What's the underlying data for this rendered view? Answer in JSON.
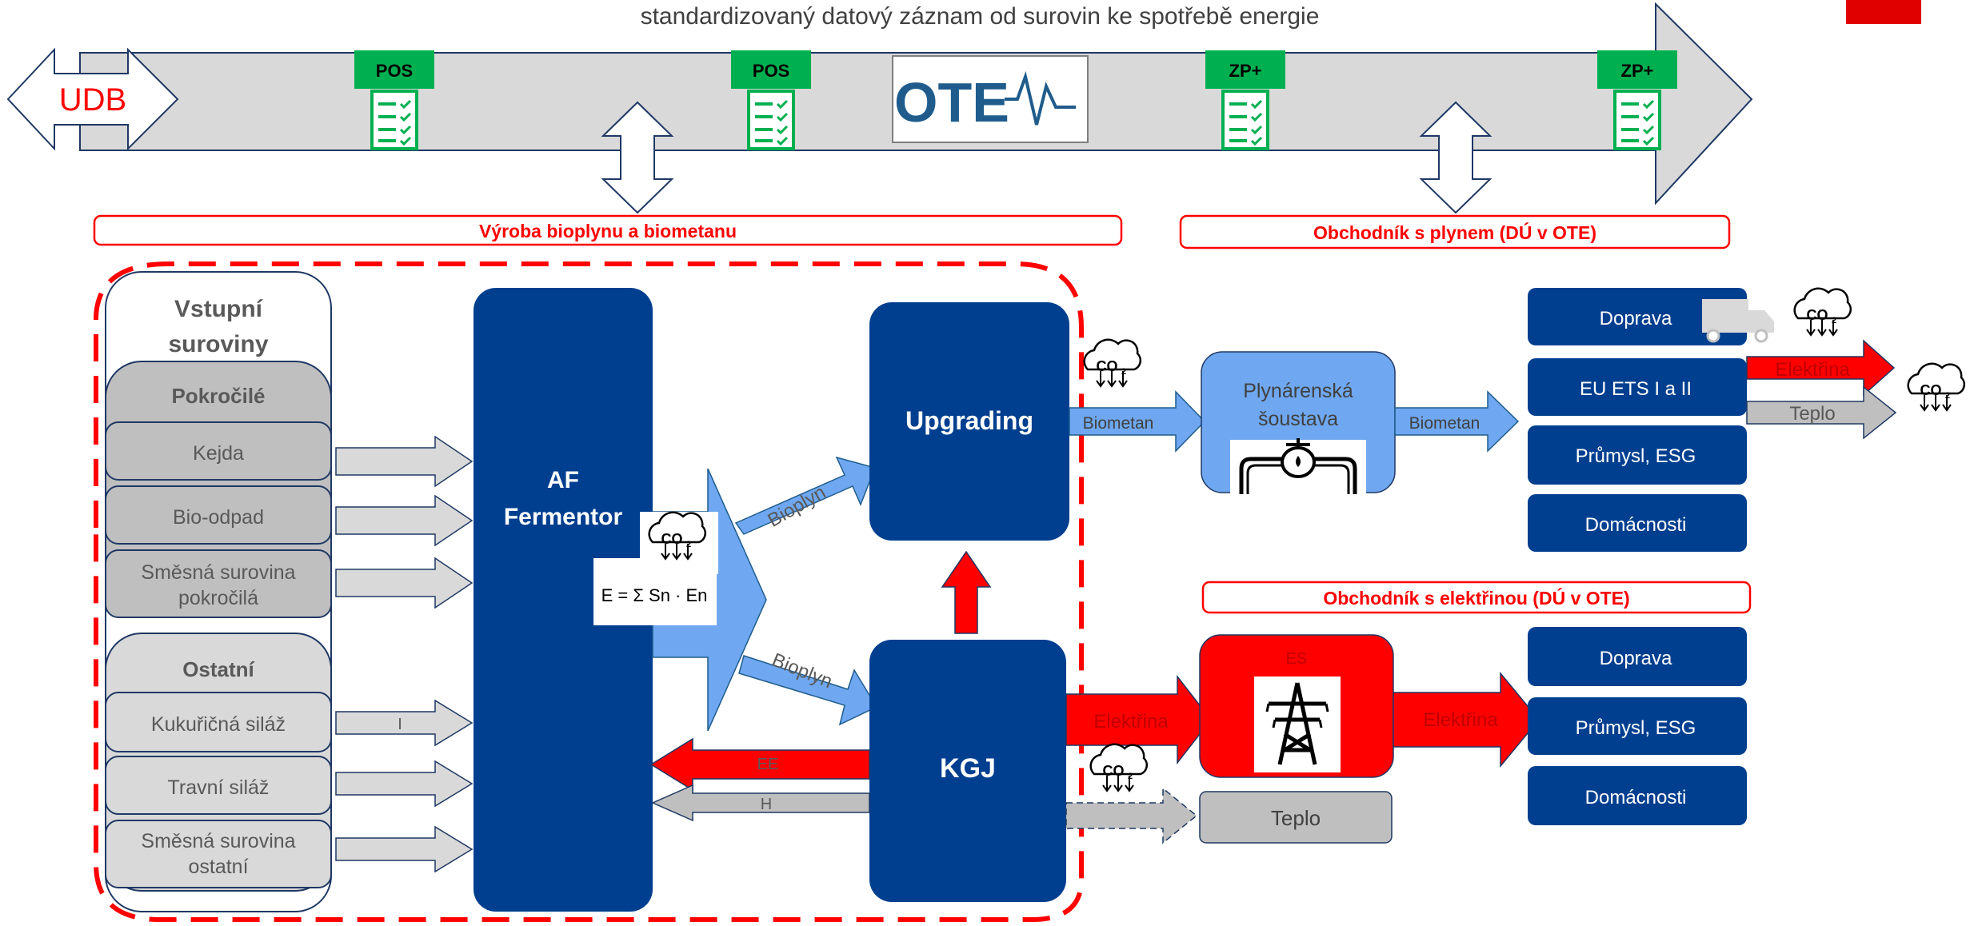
{
  "header": {
    "title": "standardizovaný datový záznam od surovin ke spotřebě energie",
    "udb": "UDB",
    "logo_text": "OTE",
    "tags": [
      "POS",
      "POS",
      "ZP+",
      "ZP+"
    ]
  },
  "sections": {
    "production": "Výroba bioplynu a  biometanu",
    "gas_trader": "Obchodník s plynem (DÚ v OTE)",
    "electricity_trader": "Obchodník s elektřinou (DÚ v OTE)"
  },
  "inputs": {
    "title_line1": "Vstupní",
    "title_line2": "suroviny",
    "advanced": {
      "title": "Pokročilé",
      "items": [
        {
          "line1": "Kejda",
          "line2": ""
        },
        {
          "line1": "Bio-odpad",
          "line2": ""
        },
        {
          "line1": "Směsná surovina",
          "line2": "pokročilá"
        }
      ]
    },
    "other": {
      "title": "Ostatní",
      "items": [
        {
          "line1": "Kukuřičná siláž",
          "line2": ""
        },
        {
          "line1": "Travní siláž",
          "line2": ""
        },
        {
          "line1": "Směsná surovina",
          "line2": "ostatní"
        }
      ]
    },
    "arrow_mark": "I"
  },
  "process": {
    "fermentor_line1": "AF",
    "fermentor_line2": "Fermentor",
    "upgrading": "Upgrading",
    "kgj": "KGJ",
    "biogas": "Bioplyn",
    "ee": "EE",
    "h": "H",
    "formula": "E = Σ Sn · En"
  },
  "gas": {
    "biomethane": "Biometan",
    "network_line1": "Plynárenská",
    "network_line2": "šoustava",
    "consumers": [
      "Doprava",
      "EU ETS I a II",
      "Průmysl, ESG",
      "Domácnosti"
    ],
    "out_electricity": "Elektřina",
    "out_heat": "Teplo"
  },
  "electricity": {
    "flow_label": "Elektřina",
    "grid": "ES",
    "heat": "Teplo",
    "consumers": [
      "Doprava",
      "Průmysl, ESG",
      "Domácnosti"
    ]
  },
  "co2": {
    "c": "CO",
    "sub": "2"
  },
  "colors": {
    "navy": "#003F8F",
    "light_blue": "#6FA8F0",
    "red": "#FF0000",
    "green": "#00B050",
    "gray": "#BFBFBF",
    "band": "#D9D9D9"
  }
}
